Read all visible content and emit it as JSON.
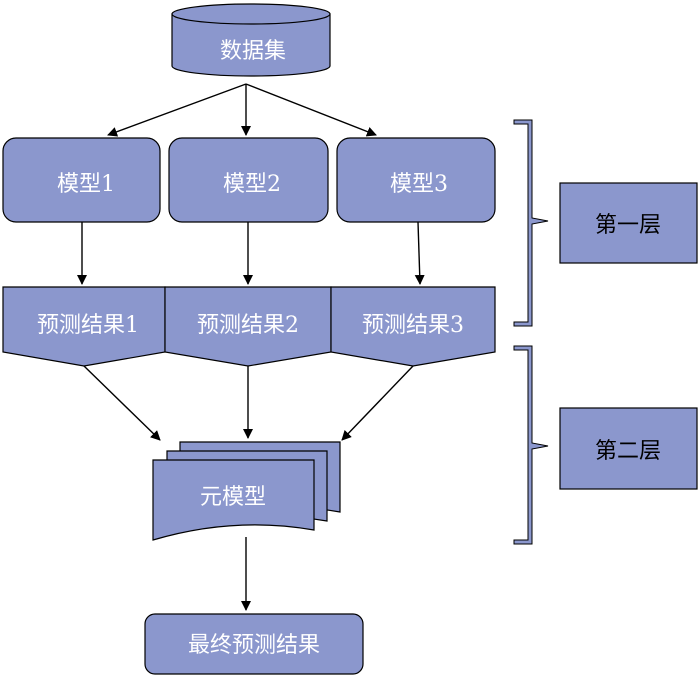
{
  "dataset": "数据集",
  "models": [
    "模型1",
    "模型2",
    "模型3"
  ],
  "predictions": [
    "预测结果1",
    "预测结果2",
    "预测结果3"
  ],
  "meta_model": "元模型",
  "final_result": "最终预测结果",
  "layers": [
    "第一层",
    "第二层"
  ],
  "colors": {
    "node_fill": "#8b97cd",
    "stroke": "#000000"
  }
}
